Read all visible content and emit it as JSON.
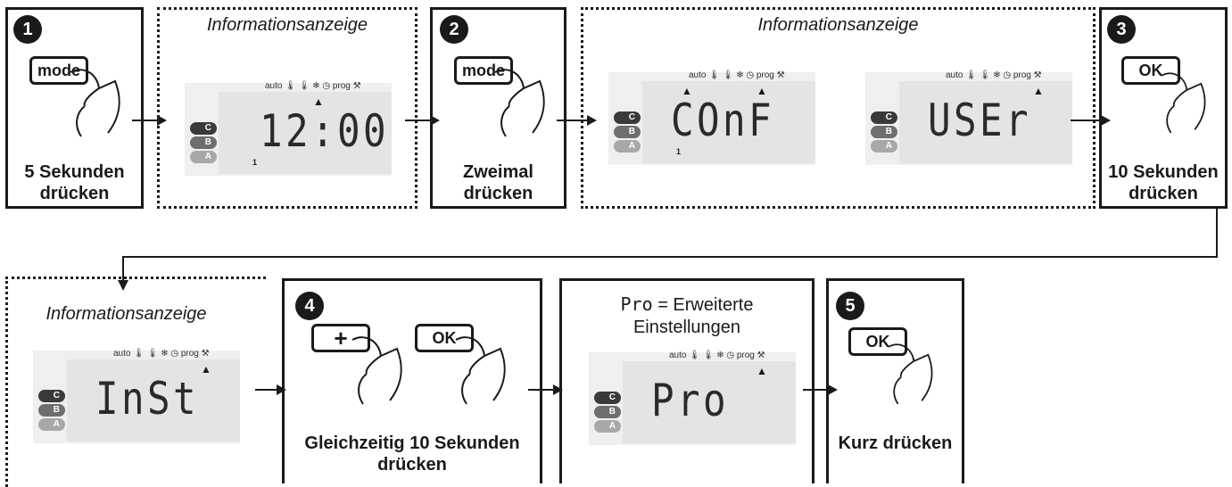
{
  "steps": {
    "s1": {
      "badge": "1",
      "key": "mode",
      "caption_l1": "5 Sekunden",
      "caption_l2": "drücken"
    },
    "s2": {
      "badge": "2",
      "key": "mode",
      "caption_l1": "Zweimal",
      "caption_l2": "drücken"
    },
    "s3": {
      "badge": "3",
      "key": "OK",
      "caption_l1": "10 Sekunden",
      "caption_l2": "drücken"
    },
    "s4": {
      "badge": "4",
      "key_plus": "+",
      "key_ok": "OK",
      "caption_l1": "Gleichzeitig 10 Sekunden",
      "caption_l2": "drücken"
    },
    "s5": {
      "badge": "5",
      "key": "OK",
      "caption_l1": "Kurz drücken"
    }
  },
  "info": {
    "header": "Informationsanzeige",
    "display_time": "12:00",
    "display_conf": "COnF",
    "display_user": "USEr",
    "display_inst": "InSt"
  },
  "pro": {
    "header_code": "Pro",
    "header_l1": " = Erweiterte",
    "header_l2": "Einstellungen",
    "display": "Pro"
  },
  "lcd": {
    "icons": "auto 🌡 🌡 ❄ ◷ prog ⚒",
    "tab_c": "C",
    "tab_b": "B",
    "tab_a": "A",
    "marker": "▲",
    "zone_number": "1"
  }
}
